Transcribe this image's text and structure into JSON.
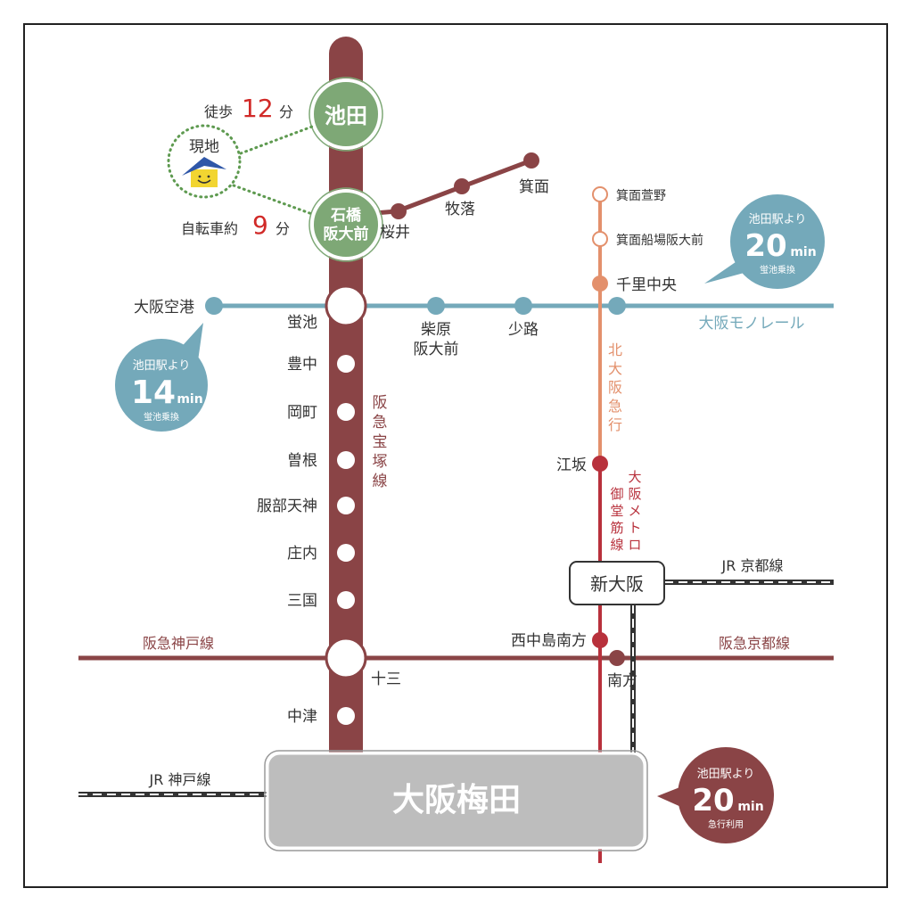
{
  "colors": {
    "hankyu_takarazuka": "#8a4446",
    "hankyu_other": "#8a4446",
    "monorail": "#74a9ba",
    "kita_osaka": "#e3906c",
    "midosuji": "#b8313c",
    "jr": "#333333",
    "station_green": "#7ea876",
    "umeda_fill": "#bdbdbd",
    "dots_green": "#5e9a50",
    "red_number": "#d12a28"
  },
  "access": {
    "walk_prefix": "徒歩",
    "walk_num": "12",
    "walk_unit": "分",
    "bike_prefix": "自転車約",
    "bike_num": "9",
    "bike_unit": "分",
    "site_label": "現地"
  },
  "hub_stations": {
    "ikeda": "池田",
    "ishibashi_1": "石橋",
    "ishibashi_2": "阪大前",
    "umeda": "大阪梅田",
    "shin_osaka": "新大阪"
  },
  "lines": {
    "takarazuka_v": [
      "阪",
      "急",
      "宝",
      "塚",
      "線"
    ],
    "monorail": "大阪モノレール",
    "kita_osaka_v": [
      "北",
      "大",
      "阪",
      "急",
      "行"
    ],
    "midosuji_col1": [
      "大",
      "阪",
      "メ",
      "ト",
      "ロ"
    ],
    "midosuji_col2": [
      "御",
      "堂",
      "筋",
      "線"
    ],
    "jr_kyoto": "JR 京都線",
    "jr_kobe": "JR 神戸線",
    "hankyu_kobe": "阪急神戸線",
    "hankyu_kyoto": "阪急京都線"
  },
  "stations": {
    "hotarugaike": "蛍池",
    "toyonaka": "豊中",
    "okamachi": "岡町",
    "sone": "曽根",
    "hattori_tenjin": "服部天神",
    "shonai": "庄内",
    "mikuni": "三国",
    "juso": "十三",
    "nakatsu": "中津",
    "sakurai": "桜井",
    "makiochi": "牧落",
    "mino": "箕面",
    "osaka_airport": "大阪空港",
    "shibahara_1": "柴原",
    "shibahara_2": "阪大前",
    "shoji": "少路",
    "senri_chuo": "千里中央",
    "mino_kayano": "箕面萱野",
    "mino_senba": "箕面船場阪大前",
    "esaka": "江坂",
    "nishinakajima": "西中島南方",
    "minamikata": "南方"
  },
  "bubbles": {
    "airport": {
      "from": "池田駅より",
      "num": "14",
      "unit": "min",
      "note": "蛍池乗換"
    },
    "senri": {
      "from": "池田駅より",
      "num": "20",
      "unit": "min",
      "note": "蛍池乗換"
    },
    "umeda": {
      "from": "池田駅より",
      "num": "20",
      "unit": "min",
      "note": "急行利用"
    }
  }
}
